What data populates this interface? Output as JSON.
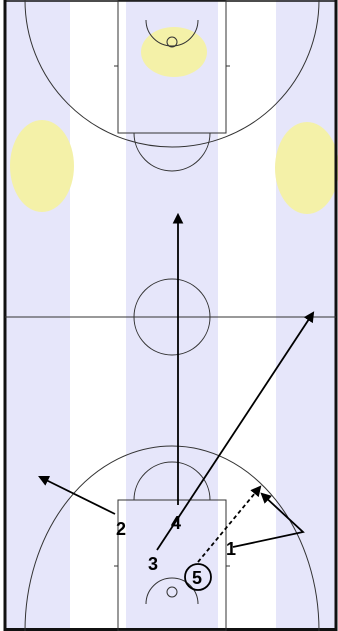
{
  "colors": {
    "lane_band": "#e6e6fa",
    "hot_zone": "#f4f1a8",
    "court_line": "#333333",
    "arrow": "#000000",
    "border": "#111111"
  },
  "players": [
    {
      "id": "p1",
      "label": "1",
      "circled": false
    },
    {
      "id": "p2",
      "label": "2",
      "circled": false
    },
    {
      "id": "p3",
      "label": "3",
      "circled": false
    },
    {
      "id": "p4",
      "label": "4",
      "circled": false
    },
    {
      "id": "p5",
      "label": "5",
      "circled": true
    }
  ],
  "movements": [
    {
      "id": "p4-cut",
      "from": "p4",
      "style": "solid"
    },
    {
      "id": "p3-cut",
      "from": "p3",
      "style": "solid"
    },
    {
      "id": "p2-cut",
      "from": "p2",
      "style": "solid"
    },
    {
      "id": "p1-cut",
      "from": "p1",
      "style": "solid"
    },
    {
      "id": "p5-pass",
      "from": "p5",
      "style": "dashed"
    }
  ]
}
